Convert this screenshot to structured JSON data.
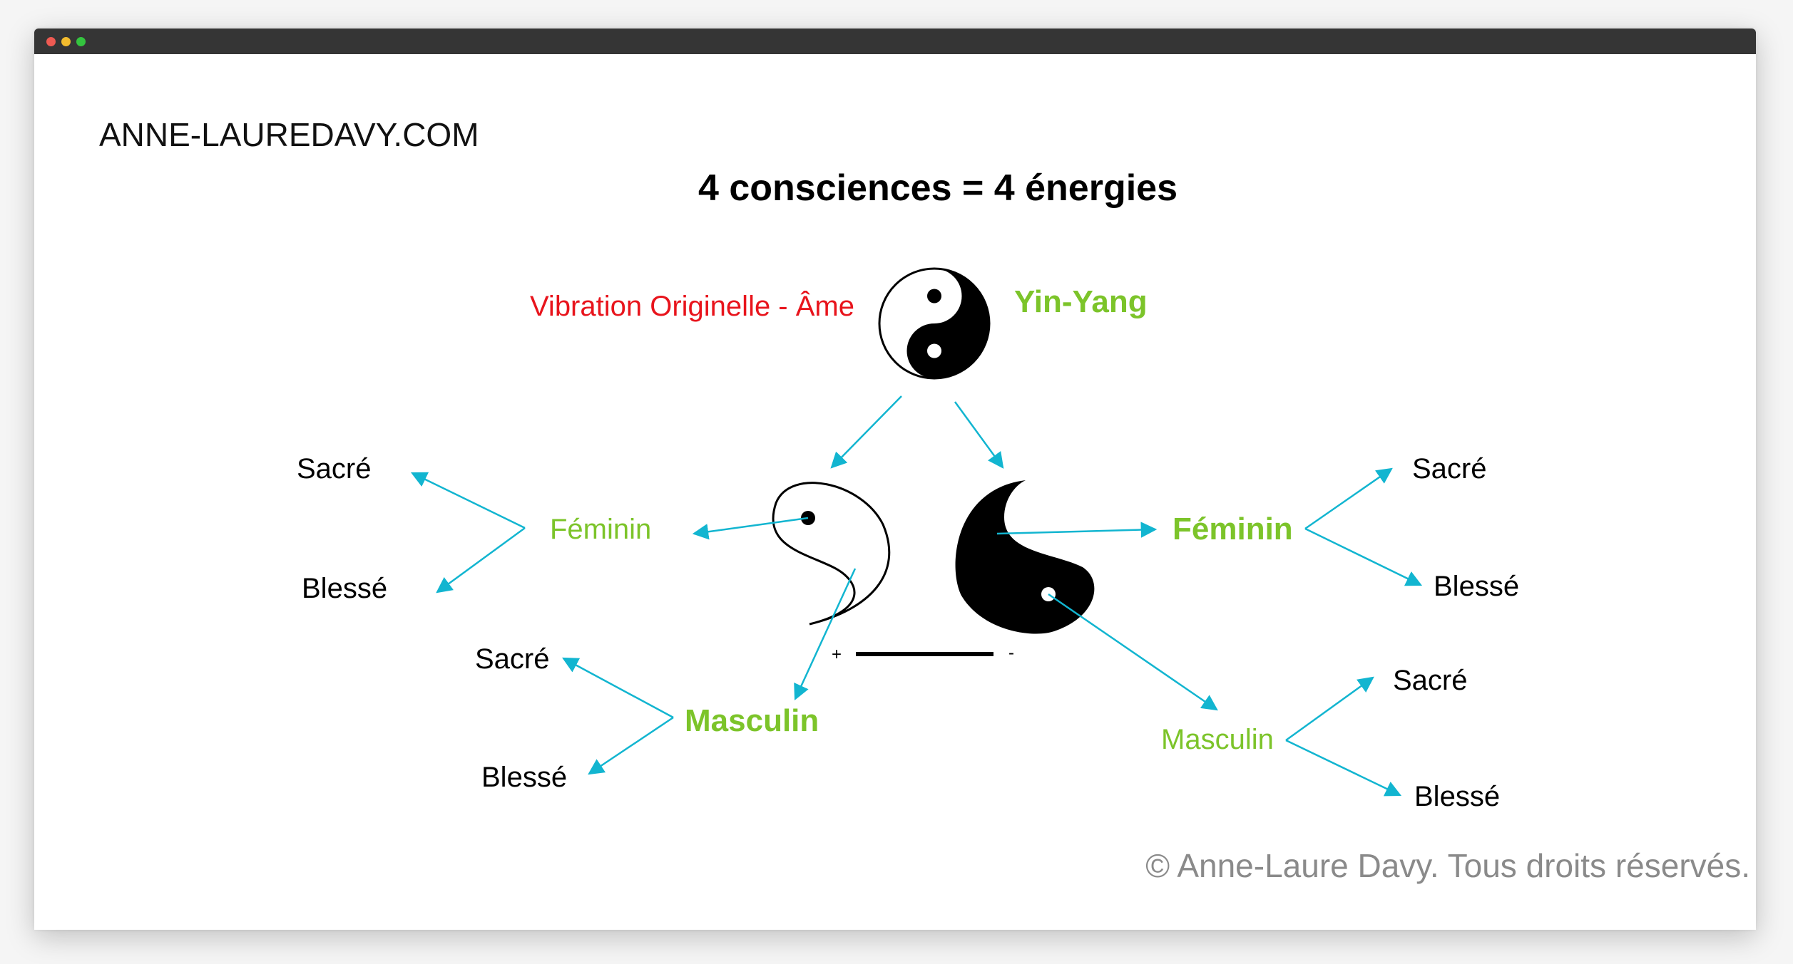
{
  "site": {
    "name": "ANNE-LAUREDAVY.COM"
  },
  "diagram": {
    "title": "4 consciences = 4 énergies",
    "origin": {
      "label_left": "Vibration Originelle - Âme",
      "label_right": "Yin-Yang"
    },
    "left_branch": {
      "feminin": "Féminin",
      "feminin_sacre": "Sacré",
      "feminin_blesse": "Blessé",
      "masculin": "Masculin",
      "masculin_sacre": "Sacré",
      "masculin_blesse": "Blessé"
    },
    "right_branch": {
      "feminin": "Féminin",
      "feminin_sacre": "Sacré",
      "feminin_blesse": "Blessé",
      "masculin": "Masculin",
      "masculin_sacre": "Sacré",
      "masculin_blesse": "Blessé"
    },
    "polarity": {
      "plus": "+",
      "minus": "-"
    }
  },
  "footer": {
    "copyright": "© Anne-Laure Davy. Tous droits réservés."
  },
  "colors": {
    "arrow": "#12b5d0",
    "green": "#7cc42a",
    "red": "#e8141c",
    "footer_gray": "#8a8a8a",
    "titlebar": "#353535"
  },
  "icons": [
    "yin-yang-icon",
    "white-half-yin-yang-icon",
    "black-half-yin-yang-icon"
  ]
}
